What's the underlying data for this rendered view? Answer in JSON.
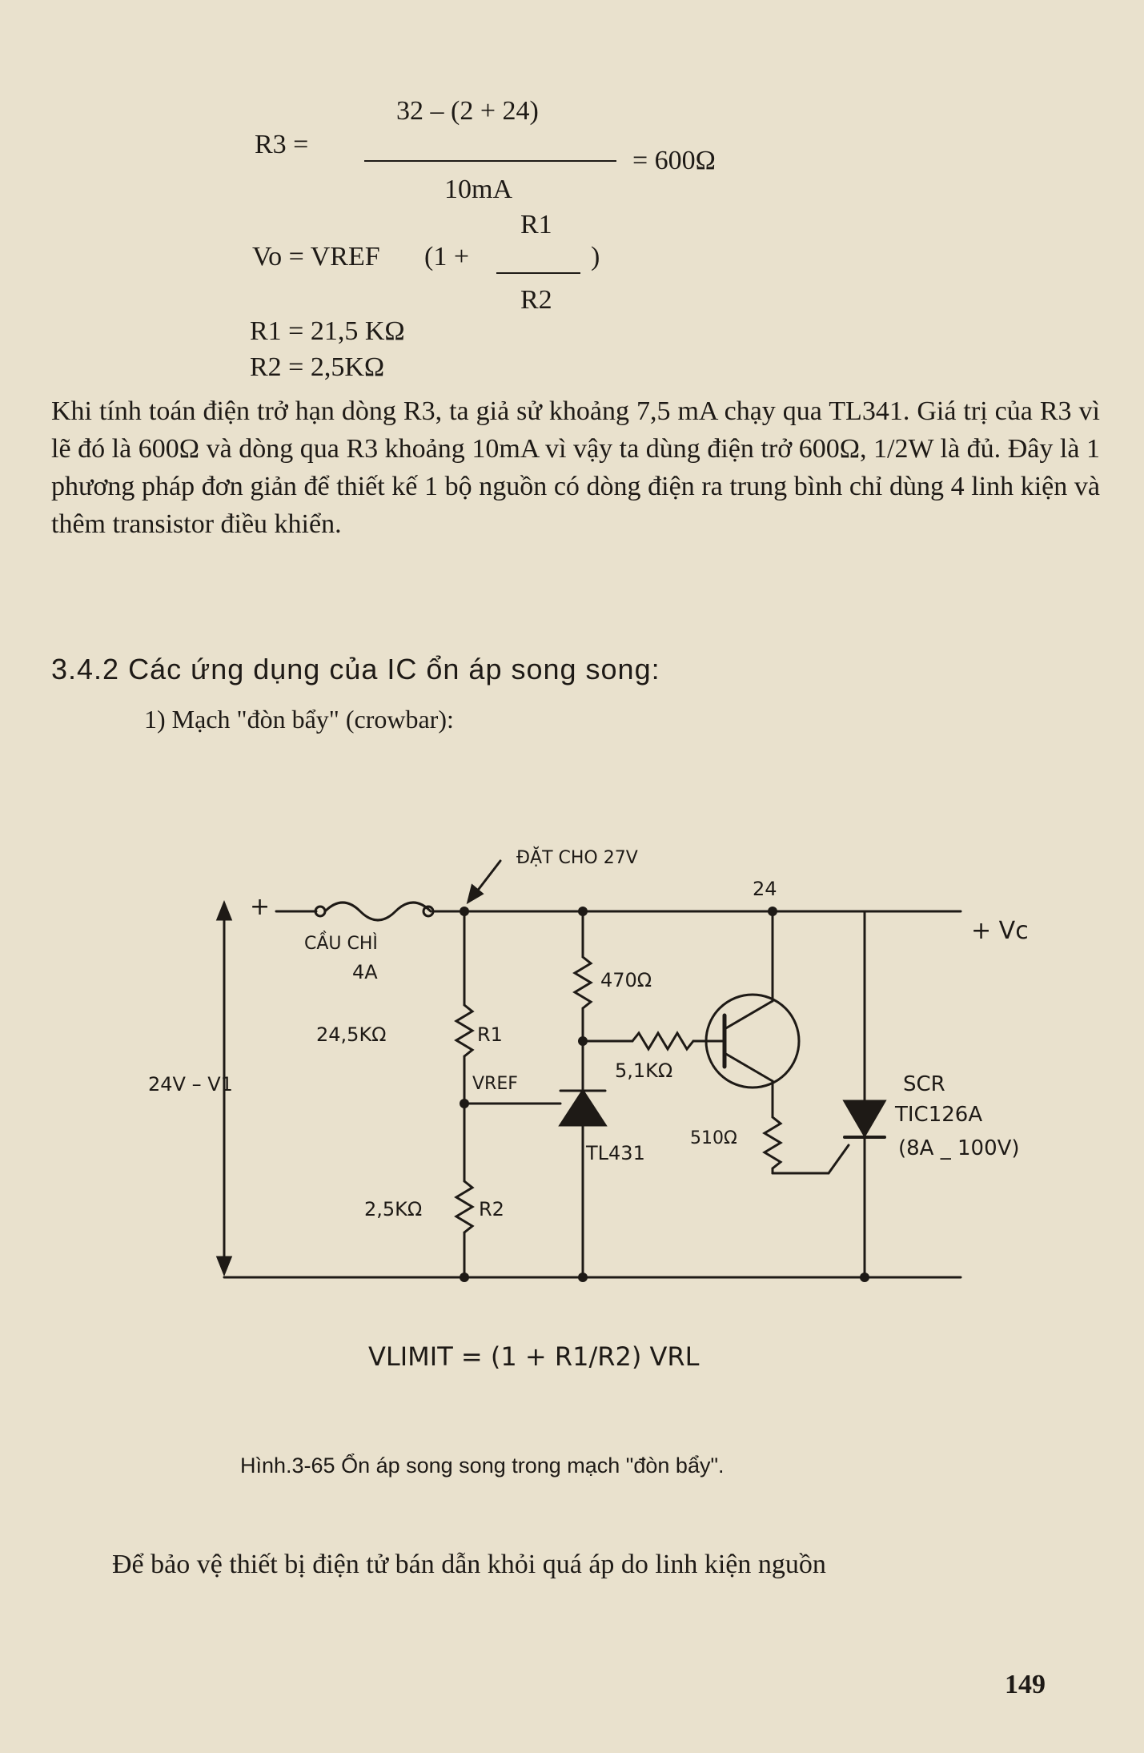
{
  "equations": {
    "r3_label": "R3 =",
    "r3_numerator": "32 – (2 + 24)",
    "r3_denominator": "10mA",
    "r3_result": "= 600Ω",
    "vo_lhs": "Vo = VREF",
    "vo_paren_open": "(1 +",
    "vo_frac_num": "R1",
    "vo_frac_den": "R2",
    "vo_paren_close": ")",
    "r1_value": "R1 = 21,5 KΩ",
    "r2_value": "R2 = 2,5KΩ"
  },
  "paragraph1": "Khi tính toán điện trở hạn dòng R3, ta giả sử khoảng 7,5 mA chạy qua TL341. Giá trị của R3 vì lẽ đó là 600Ω và dòng qua R3 khoảng 10mA vì vậy ta dùng điện trở 600Ω, 1/2W là đủ. Đây là 1 phương pháp đơn giản để thiết kế 1 bộ nguồn có dòng điện ra trung bình chỉ dùng 4 linh kiện và thêm transistor điều khiển.",
  "section_heading": "3.4.2 Các ứng dụng của IC ổn áp song song:",
  "subheading": "1) Mạch \"đòn bẩy\" (crowbar):",
  "circuit": {
    "plus": "+",
    "fuse_label": "CẦU CHÌ",
    "fuse_rating": "4A",
    "set_label": "ĐẶT CHO 27V",
    "node24": "24",
    "r1_value": "24,5KΩ",
    "r1_name": "R1",
    "r2_value": "2,5KΩ",
    "r2_name": "R2",
    "vref": "VREF",
    "r470": "470Ω",
    "r5k1": "5,1KΩ",
    "r510": "510Ω",
    "tl431": "TL431",
    "input_voltage": "24V – V1",
    "output": "+ Vc",
    "scr_name": "SCR",
    "scr_part": "TIC126A",
    "scr_rating": "(8A _ 100V)",
    "vlimit_formula": "VLIMIT = (1 + R1/R2) VRL"
  },
  "caption": "Hình.3-65 Ổn áp song song trong mạch \"đòn bẩy\".",
  "bottom_text": "Để bảo vệ thiết bị điện tử bán dẫn khỏi quá áp do linh kiện nguồn",
  "page_number": "149"
}
